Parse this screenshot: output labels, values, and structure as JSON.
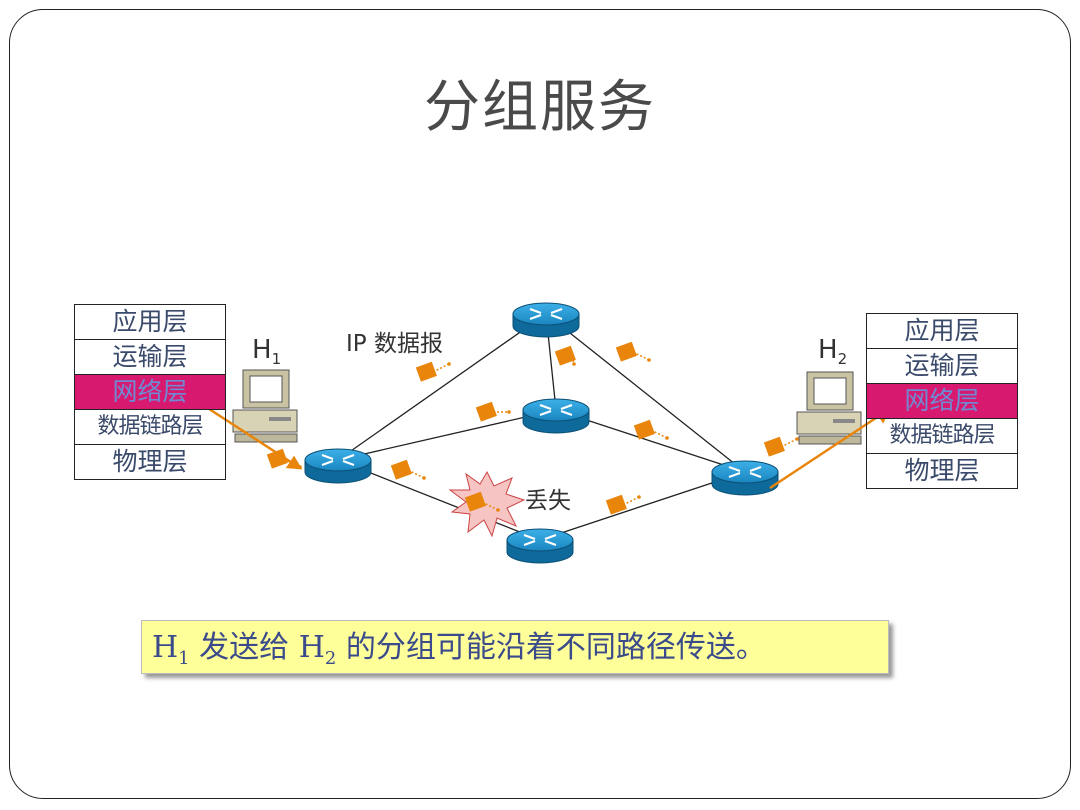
{
  "title": "分组服务",
  "left_stack": {
    "layers": [
      "应用层",
      "运输层",
      "网络层",
      "数据链路层",
      "物理层"
    ]
  },
  "right_stack": {
    "layers": [
      "应用层",
      "运输层",
      "网络层",
      "数据链路层",
      "物理层"
    ]
  },
  "highlighted_layer": "网络层",
  "host1": {
    "letter": "H",
    "sub": "1"
  },
  "host2": {
    "letter": "H",
    "sub": "2"
  },
  "labels": {
    "datagram": "IP 数据报",
    "lost": "丢失"
  },
  "note": {
    "pre": "H",
    "sub1": "1",
    "mid": " 发送给 H",
    "sub2": "2",
    "post": " 的分组可能沿着不同路径传送。"
  },
  "colors": {
    "highlight": "#d71a70",
    "packet": "#e8850a",
    "router": "#1a8fc8",
    "note_bg": "#ffff99",
    "burst": "#f7c4c4"
  }
}
